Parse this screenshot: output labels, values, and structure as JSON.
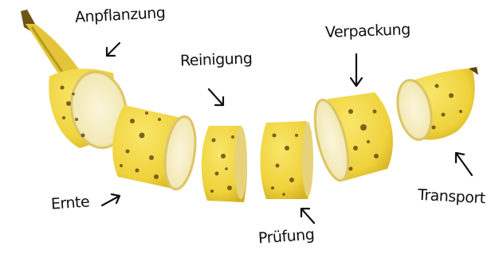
{
  "steps": {
    "anpflanzung": "Anpflanzung",
    "ernte": "Ernte",
    "reinigung": "Reinigung",
    "pruefung": "Prüfung",
    "verpackung": "Verpackung",
    "transport": "Transport"
  },
  "colors": {
    "peel": "#f1d84a",
    "peel_shadow": "#c9a91c",
    "flesh": "#f6efc6",
    "flesh_rim": "#e9da8a",
    "spots": "#6b4a15",
    "stem": "#8a6a1c",
    "ink": "#111111"
  }
}
